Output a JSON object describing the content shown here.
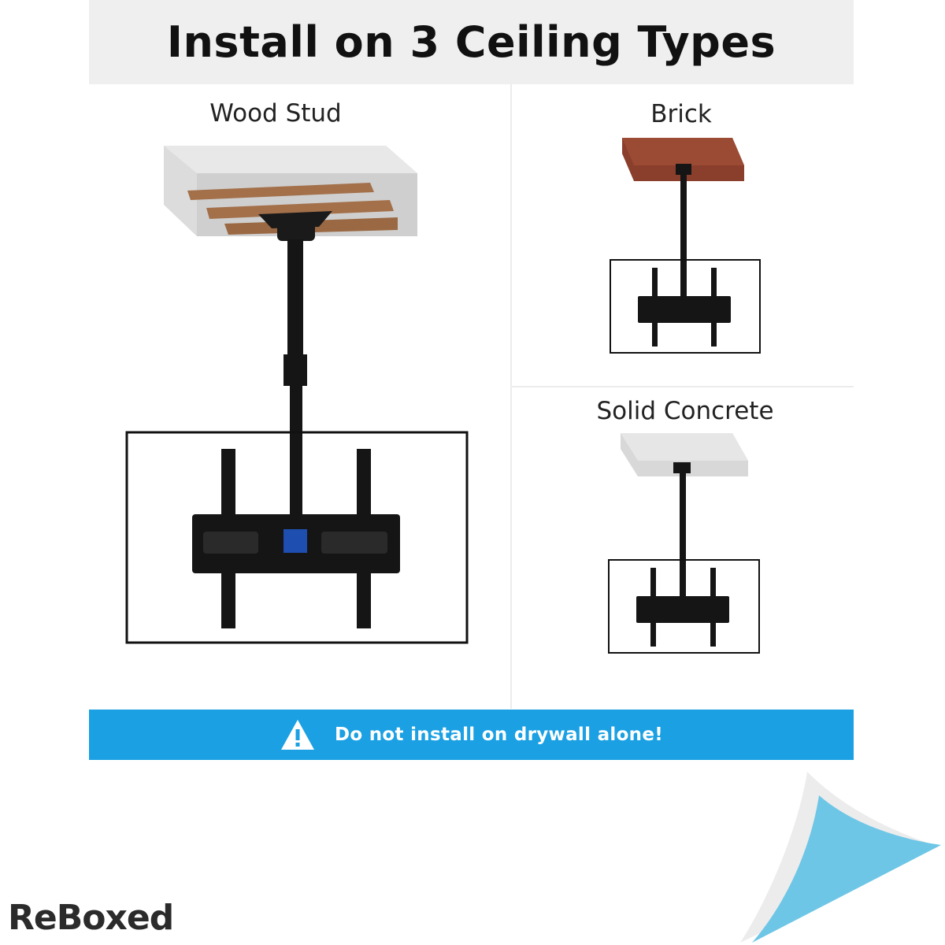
{
  "header": {
    "title": "Install on 3 Ceiling Types"
  },
  "panels": {
    "wood": {
      "label": "Wood Stud"
    },
    "brick": {
      "label": "Brick"
    },
    "concrete": {
      "label": "Solid Concrete"
    }
  },
  "banner": {
    "text": "Do not install on drywall alone!",
    "icon": "warning-icon"
  },
  "logo": {
    "text": "ReBoxed"
  },
  "colors": {
    "banner": "#1aa0e3",
    "header_bg": "#efefef",
    "wood": "#a3704a",
    "brick": "#8a3f2c",
    "concrete": "#d8d8d8",
    "mount": "#151515",
    "page_curl": "#6ec6e6"
  }
}
